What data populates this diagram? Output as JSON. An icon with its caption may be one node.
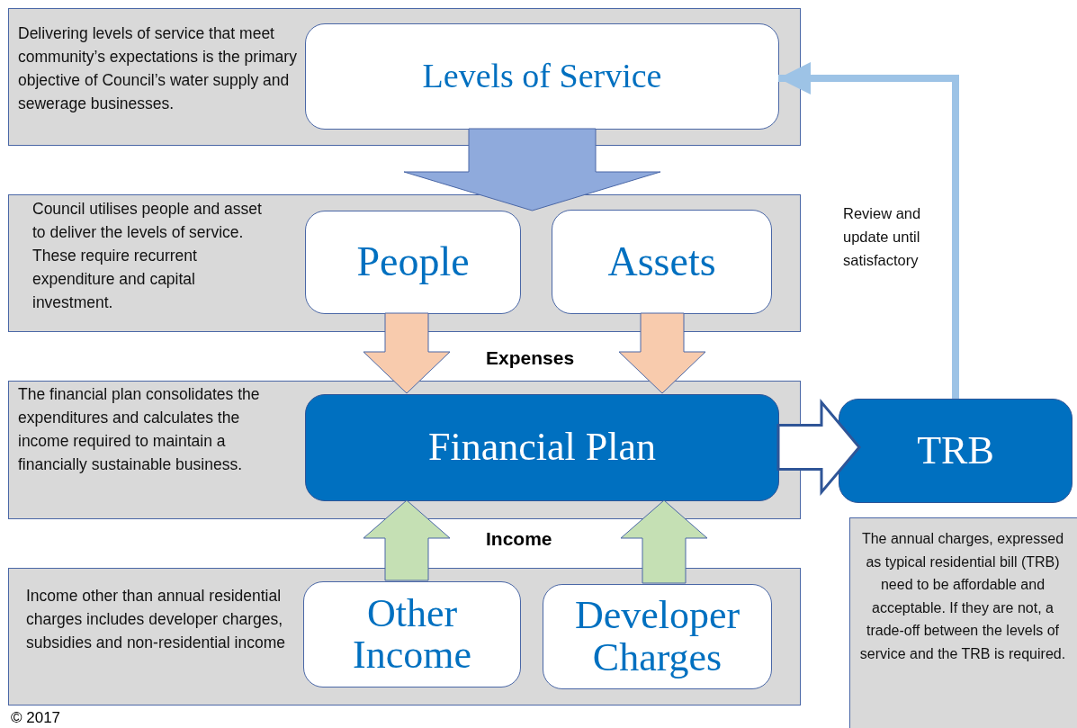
{
  "diagram": {
    "nodes": [
      {
        "text": [
          "Delivering levels of service that meet community’s expectations is the primary objective of Council’s water supply and sewerage businesses."
        ]
      },
      {
        "text": [
          "Levels of Service"
        ],
        "in": 0
      },
      {
        "text": [
          "Council utilises people and asset to deliver the levels of service. These require recurrent expenditure and capital investment."
        ]
      },
      {
        "text": [
          "People"
        ],
        "in": 2
      },
      {
        "text": [
          "Assets"
        ],
        "in": 2
      },
      {
        "text": [
          "The financial plan consolidates the expenditures and calculates the income required to maintain a financially sustainable business."
        ]
      },
      {
        "text": [
          "Financial Plan"
        ],
        "in": 5
      },
      {
        "text": [
          "TRB"
        ]
      },
      {
        "text": [
          "The annual charges, expressed as typical residential bill (TRB) need to be affordable and acceptable. If they are not, a trade-off between the levels of service and the TRB is required."
        ]
      },
      {
        "text": [
          "Income other than annual residential charges includes developer charges, subsidies and non-residential income"
        ]
      },
      {
        "text": [
          "Other Income"
        ],
        "in": 9
      },
      {
        "text": [
          "Developer Charges"
        ],
        "in": 9
      }
    ],
    "edges": [
      {
        "from": 1,
        "to": 2,
        "arrow": "to",
        "style": "thick",
        "color": "#8faadc"
      },
      {
        "from": 3,
        "to": 6,
        "arrow": "to",
        "style": "thick",
        "color": "#f8cbad"
      },
      {
        "from": 4,
        "to": 6,
        "arrow": "to",
        "style": "thick",
        "color": "#f8cbad"
      },
      {
        "from": 10,
        "to": 6,
        "arrow": "to",
        "style": "thick",
        "color": "#c5e0b4"
      },
      {
        "from": 11,
        "to": 6,
        "arrow": "to",
        "style": "thick",
        "color": "#c5e0b4"
      },
      {
        "from": 6,
        "to": 7,
        "arrow": "to",
        "style": "thick",
        "color": "#ffffff"
      },
      {
        "from": 7,
        "to": 1,
        "arrow": "to",
        "label": "Review and update until satisfactory",
        "color": "#9dc3e6"
      }
    ],
    "labels": [
      "Expenses",
      "Income",
      "© 2017"
    ]
  }
}
